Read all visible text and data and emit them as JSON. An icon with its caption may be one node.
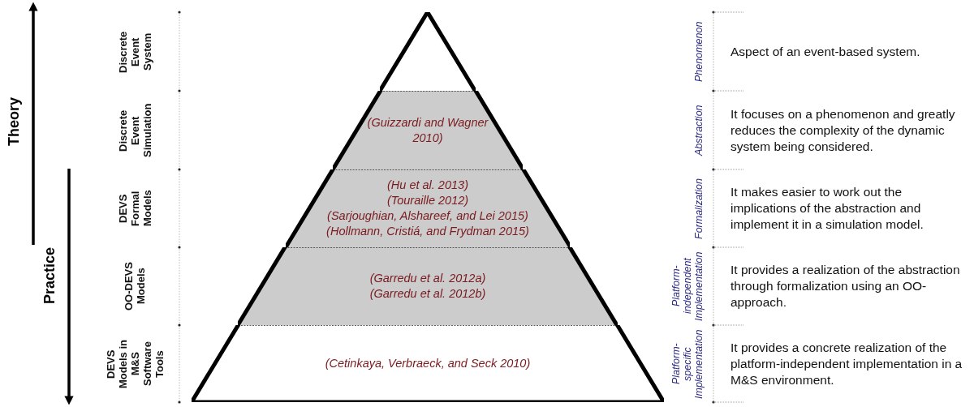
{
  "diagram": {
    "nodes": [
      {
        "text": [],
        "shape": "triangle"
      },
      {
        "text": [
          "(Guizzardi and Wagner 2010)"
        ]
      },
      {
        "text": [
          "(Hu et al. 2013)",
          "(Touraille 2012)",
          "(Sarjoughian, Alshareef, and Lei 2015)",
          "(Hollmann, Cristiá, and Frydman 2015)"
        ]
      },
      {
        "text": [
          "(Garredu et al. 2012a)",
          "(Garredu et al. 2012b)"
        ]
      },
      {
        "text": [
          "(Cetinkaya, Verbraeck, and Seck 2010)"
        ]
      }
    ],
    "edges": [],
    "labels": [
      "Theory",
      "Practice",
      "Discrete Event System",
      "Discrete Event Simulation",
      "DEVS Formal Models",
      "OO-DEVS Models",
      "DEVS Models in M&S Software Tools",
      "Phenomenon",
      "Abstraction",
      "Formalization",
      "Platform-independent Implementation",
      "Platform-specific Implementation",
      "Aspect of an event-based system.",
      "It focuses on a phenomenon and greatly reduces the complexity of the dynamic system being considered.",
      "It makes easier to work out the implications of the abstraction and implement it in a simulation model.",
      "It provides a realization of the abstraction through formalization using an OO-approach.",
      "It provides a concrete realization of the platform-independent implementation in a M&S environment."
    ]
  }
}
